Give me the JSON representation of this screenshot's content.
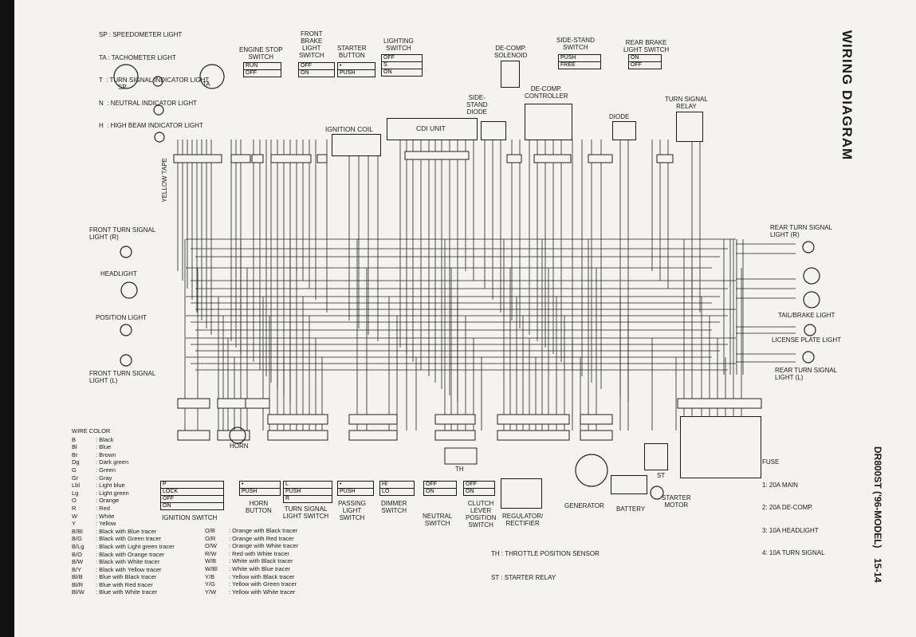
{
  "title": "WIRING DIAGRAM",
  "model": "DR800ST ('96-MODEL)",
  "page_number": "15-14",
  "indicator_key": [
    "SP : SPEEDOMETER LIGHT",
    "TA : TACHOMETER LIGHT",
    "T  : TURN SIGNAL INDICATOR LIGHT",
    "N  : NEUTRAL INDICATOR LIGHT",
    "H  : HIGH BEAM INDICATOR LIGHT"
  ],
  "components": {
    "engine_stop_switch": "ENGINE STOP\nSWITCH",
    "front_brake_light_switch": "FRONT\nBRAKE\nLIGHT\nSWITCH",
    "starter_button": "STARTER\nBUTTON",
    "lighting_switch": "LIGHTING\nSWITCH",
    "decomp_solenoid": "DE-COMP.\nSOLENOID",
    "side_stand_switch": "SIDE-STAND\nSWITCH",
    "rear_brake_light_switch": "REAR BRAKE\nLIGHT SWITCH",
    "side_stand_diode": "SIDE-\nSTAND\nDIODE",
    "decomp_controller": "DE-COMP.\nCONTROLLER",
    "diode": "DIODE",
    "turn_signal_relay": "TURN SIGNAL\nRELAY",
    "ignition_coil": "IGNITION COIL",
    "cdi_unit": "CDI UNIT",
    "yellow_tape": "YELLOW TAPE",
    "front_turn_signal_r": "FRONT TURN SIGNAL\nLIGHT (R)",
    "headlight": "HEADLIGHT",
    "position_light": "POSITION LIGHT",
    "front_turn_signal_l": "FRONT TURN SIGNAL\nLIGHT (L)",
    "rear_turn_signal_r": "REAR TURN SIGNAL\nLIGHT (R)",
    "tail_brake_light": "TAIL/BRAKE LIGHT",
    "license_plate_light": "LICENSE PLATE LIGHT",
    "rear_turn_signal_l": "REAR TURN SIGNAL\nLIGHT (L)",
    "horn": "HORN",
    "ignition_switch": "IGNITION SWITCH",
    "horn_button": "HORN\nBUTTON",
    "turn_signal_light_switch": "TURN SIGNAL\nLIGHT SWITCH",
    "passing_light_switch": "PASSING\nLIGHT\nSWITCH",
    "dimmer_switch": "DIMMER\nSWITCH",
    "neutral_switch": "NEUTRAL\nSWITCH",
    "clutch_lever_position_switch": "CLUTCH\nLEVER\nPOSITION\nSWITCH",
    "regulator_rectifier": "REGULATOR/\nRECTIFIER",
    "generator": "GENERATOR",
    "battery": "BATTERY",
    "starter_motor": "STARTER\nMOTOR",
    "th": "TH",
    "st": "ST",
    "sp": "SP",
    "ta": "TA"
  },
  "switch_rows": {
    "engine_stop": [
      "RUN",
      "OFF"
    ],
    "front_brake": [
      "OFF",
      "ON"
    ],
    "starter": [
      "•",
      "PUSH"
    ],
    "lighting": [
      "OFF",
      "S",
      "ON"
    ],
    "side_stand": [
      "PUSH",
      "FREE"
    ],
    "rear_brake": [
      "ON",
      "OFF"
    ],
    "ignition": [
      "P",
      "LOCK",
      "OFF",
      "ON"
    ],
    "horn_btn": [
      "•",
      "PUSH"
    ],
    "turn_sig": [
      "L",
      "PUSH",
      "R"
    ],
    "passing": [
      "•",
      "PUSH"
    ],
    "dimmer": [
      "HI",
      "LO"
    ],
    "neutral": [
      "OFF",
      "ON"
    ],
    "clutch": [
      "OFF",
      "ON"
    ]
  },
  "fuse": {
    "title": "FUSE",
    "items": [
      "1: 20A MAIN",
      "2: 20A DE-COMP.",
      "3: 10A HEADLIGHT",
      "4: 10A TURN SIGNAL"
    ]
  },
  "abbreviations": [
    "TH : THROTTLE POSITION SENSOR",
    "ST : STARTER RELAY"
  ],
  "wire_color": {
    "title": "WIRE COLOR",
    "col1": [
      [
        "B",
        ": Black"
      ],
      [
        "Bl",
        ": Blue"
      ],
      [
        "Br",
        ": Brown"
      ],
      [
        "Dg",
        ": Dark green"
      ],
      [
        "G",
        ": Green"
      ],
      [
        "Gr",
        ": Gray"
      ],
      [
        "Lbl",
        ": Light blue"
      ],
      [
        "Lg",
        ": Light green"
      ],
      [
        "O",
        ": Orange"
      ],
      [
        "R",
        ": Red"
      ],
      [
        "W",
        ": White"
      ],
      [
        "Y",
        ": Yellow"
      ],
      [
        "B/Bl",
        ": Black with Blue tracer"
      ],
      [
        "B/G",
        ": Black with Green tracer"
      ],
      [
        "B/Lg",
        ": Black with Light green tracer"
      ],
      [
        "B/O",
        ": Black with Orange tracer"
      ],
      [
        "B/W",
        ": Black with White tracer"
      ],
      [
        "B/Y",
        ": Black with Yellow tracer"
      ],
      [
        "Bl/B",
        ": Blue with Black tracer"
      ],
      [
        "Bl/R",
        ": Blue with Red tracer"
      ],
      [
        "Bl/W",
        ": Blue with White tracer"
      ]
    ],
    "col2": [
      [
        "O/B",
        ": Orange with Black tracer"
      ],
      [
        "O/R",
        ": Orange with Red tracer"
      ],
      [
        "O/W",
        ": Orange with White tracer"
      ],
      [
        "R/W",
        ": Red with White tracer"
      ],
      [
        "W/B",
        ": White with Black tracer"
      ],
      [
        "W/Bl",
        ": White with Blue tracer"
      ],
      [
        "Y/B",
        ": Yellow with Black tracer"
      ],
      [
        "Y/G",
        ": Yellow with Green tracer"
      ],
      [
        "Y/W",
        ": Yellow with White tracer"
      ]
    ]
  }
}
